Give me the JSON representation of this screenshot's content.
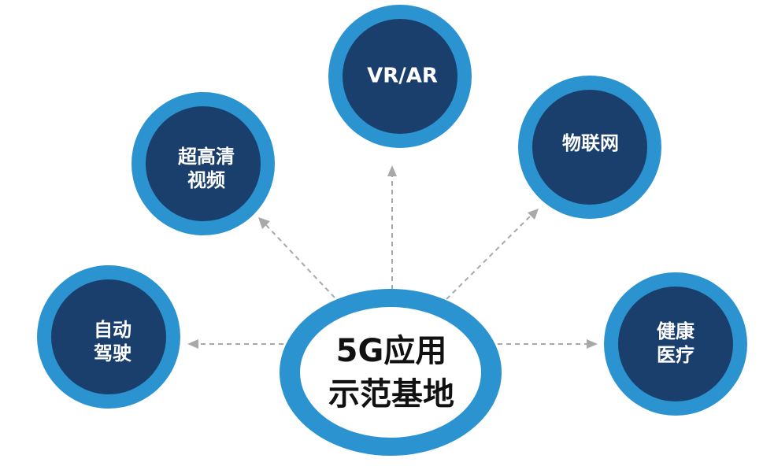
{
  "center": {
    "line1": "5G应用",
    "line2": "示范基地"
  },
  "nodes": {
    "vr_ar": {
      "line1": "VR/AR"
    },
    "uhd_video": {
      "line1": "超高清",
      "line2": "视频"
    },
    "iot": {
      "line1": "物联网"
    },
    "autonomous_driving": {
      "line1": "自动",
      "line2": "驾驶"
    },
    "healthcare": {
      "line1": "健康",
      "line2": "医疗"
    }
  },
  "colors": {
    "outer_ring": "#2a93d0",
    "inner_fill": "#1a3f6c",
    "center_ring": "#2a93d0",
    "connector": "#a8a8a8"
  }
}
